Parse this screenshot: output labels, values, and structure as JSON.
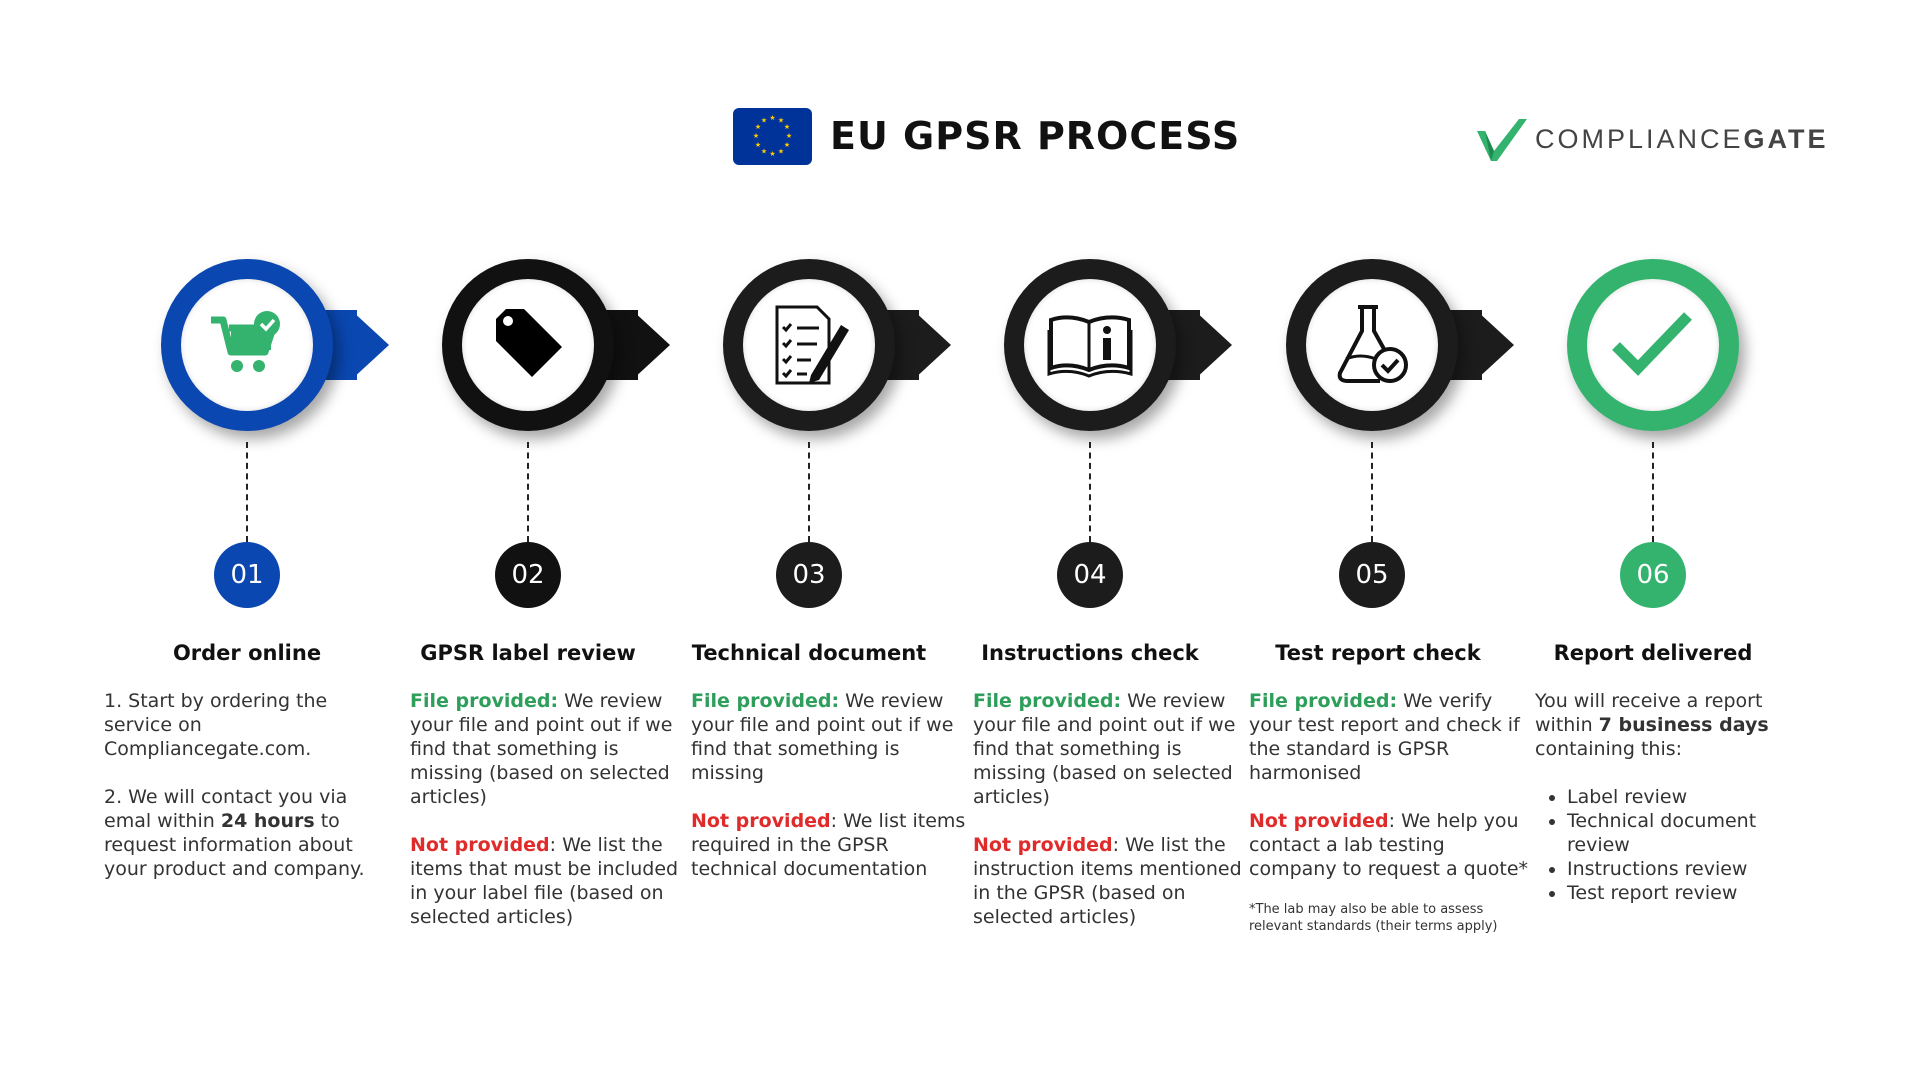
{
  "header": {
    "title": "EU GPSR PROCESS",
    "logo": {
      "light": "COMPLIANCE",
      "bold": "GATE"
    }
  },
  "colors": {
    "blue": "#0a47b0",
    "black": "#1c1c1c",
    "green": "#34b36f",
    "provided": "#2e9e5b",
    "not_provided": "#e02b2b"
  },
  "labels": {
    "file_provided": "File provided:",
    "not_provided": "Not provided"
  },
  "steps": [
    {
      "num": "01",
      "title": "Order online",
      "icon": "shopping-cart-check-icon",
      "p1": "1. Start by ordering the service on Compliancegate.com.",
      "p2a": "2. We will contact you via emal within ",
      "p2b": "24 hours",
      "p2c": " to request information about your product and company."
    },
    {
      "num": "02",
      "title": "GPSR label review",
      "icon": "tag-icon",
      "fp": " We review your file and point out if we find that something is missing (based on selected articles)",
      "np": ": We list the items that must be included in your label file (based on selected articles)"
    },
    {
      "num": "03",
      "title": "Technical document",
      "icon": "document-pen-icon",
      "fp": " We review your file and point out if we find that something is missing",
      "np": ": We list items required in the GPSR technical documentation"
    },
    {
      "num": "04",
      "title": "Instructions check",
      "icon": "manual-book-info-icon",
      "fp": " We review your file and point out if we find that something is missing (based on selected articles)",
      "np": ": We list the instruction items mentioned in the GPSR (based on selected articles)"
    },
    {
      "num": "05",
      "title": "Test report check",
      "icon": "lab-flask-check-icon",
      "fp": " We verify your test report and check if the standard is GPSR harmonised",
      "np": ": We help you contact a lab testing company to request a quote*",
      "note": "*The lab may also be able to assess relevant standards (their terms apply)"
    },
    {
      "num": "06",
      "title": "Report delivered",
      "icon": "checkmark-icon",
      "pa": "You will receive a report within ",
      "pb": "7 business days",
      "pc": " containing this:",
      "items": [
        "Label review",
        "Technical document review",
        "Instructions review",
        "Test report review"
      ]
    }
  ]
}
